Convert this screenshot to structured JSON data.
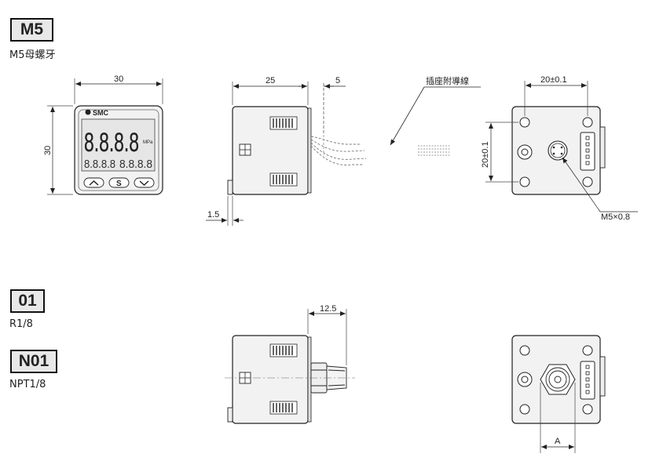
{
  "variants": [
    {
      "code": "M5",
      "desc": "M5母螺牙"
    },
    {
      "code": "01",
      "desc": "R1/8"
    },
    {
      "code": "N01",
      "desc": "NPT1/8"
    }
  ],
  "front_view": {
    "brand": "SMC",
    "unit": "MPa",
    "width_dim": "30",
    "height_dim": "30",
    "btn_up": "⌃",
    "btn_set": "S",
    "btn_down": "⌄"
  },
  "side_view": {
    "depth_dim": "25",
    "connector_dim": "5",
    "base_dim": "1.5"
  },
  "connector_label": "插座附導線",
  "rear_view": {
    "hole_pitch_h": "20±0.1",
    "hole_pitch_v": "20±0.1",
    "thread_label": "M5×0.8"
  },
  "fitting_view": {
    "fitting_dim": "12.5",
    "across_flats": "A"
  }
}
